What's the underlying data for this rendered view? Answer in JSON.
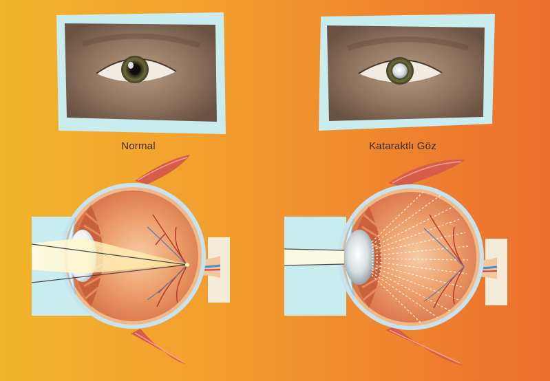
{
  "labels": {
    "normal": "Normal",
    "cataract": "Kataraktlı Göz"
  },
  "colors": {
    "background_left": "#f2b52c",
    "background_right": "#ec6f2c",
    "photo_frame": "#c9ecef",
    "skin": "#8c7360",
    "iris": "#4b4a2c",
    "cloudy_lens": "#dfe4e6",
    "eye_tissue": "#e79a6a",
    "light_beam": "#fff3a8"
  },
  "icons": [
    "eye-photo-normal",
    "eye-photo-cataract",
    "eye-cross-section-normal",
    "eye-cross-section-cataract"
  ]
}
